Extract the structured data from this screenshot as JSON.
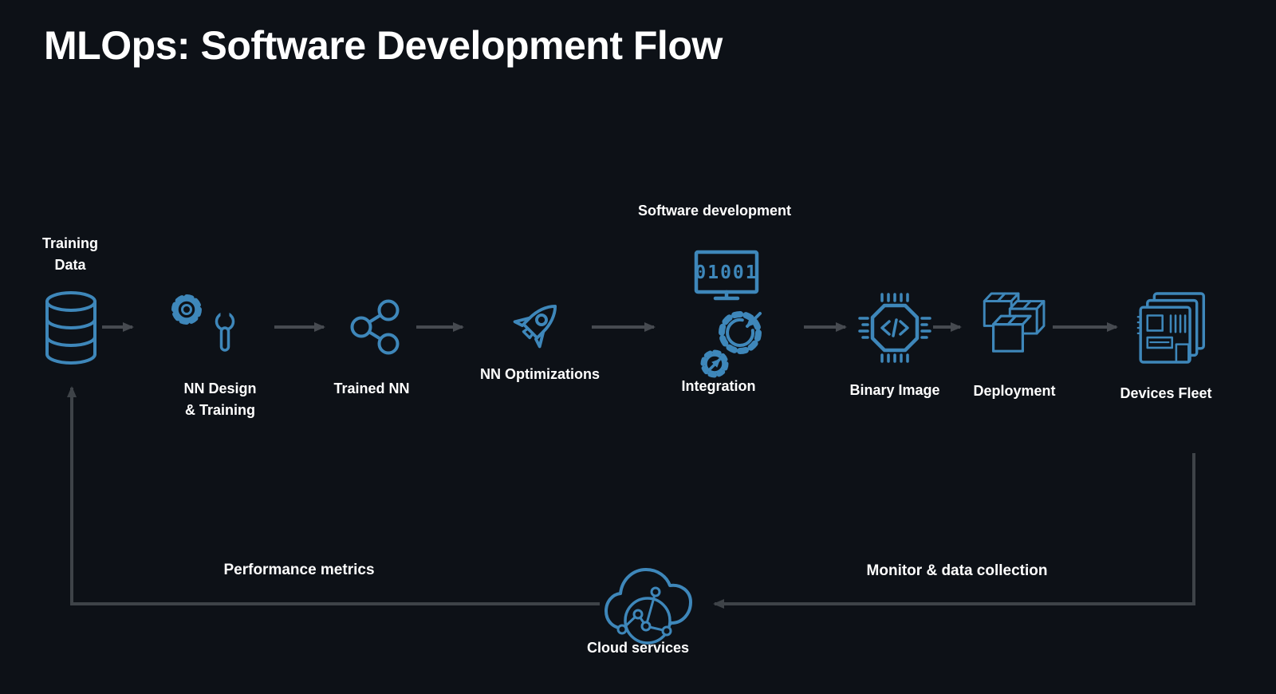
{
  "title": "MLOps: Software Development Flow",
  "colors": {
    "background": "#0d1117",
    "icon_blue": "#3e87ba",
    "arrow_gray": "#464a50",
    "loop_gray": "#3e4348",
    "text": "#ffffff"
  },
  "flow": {
    "training_data": {
      "label_line1": "Training",
      "label_line2": "Data",
      "icon": "database-icon"
    },
    "nn_design": {
      "label_line1": "NN Design",
      "label_line2": "& Training",
      "icon": "gear-wrench-icon"
    },
    "trained_nn": {
      "label": "Trained NN",
      "icon": "network-share-icon"
    },
    "nn_optimizations": {
      "label": "NN Optimizations",
      "icon": "rocket-icon"
    },
    "software_development": {
      "group_label": "Software development",
      "monitor_text": "01001",
      "label": "Integration",
      "icons": [
        "monitor-code-icon",
        "integration-gears-icon"
      ]
    },
    "binary_image": {
      "label": "Binary Image",
      "icon": "chip-icon"
    },
    "deployment": {
      "label": "Deployment",
      "icon": "packages-icon"
    },
    "devices_fleet": {
      "label": "Devices Fleet",
      "icon": "device-stack-icon"
    },
    "cloud_services": {
      "label": "Cloud services",
      "icon": "cloud-network-icon"
    }
  },
  "feedback": {
    "performance_label": "Performance metrics",
    "monitor_label": "Monitor & data collection"
  }
}
